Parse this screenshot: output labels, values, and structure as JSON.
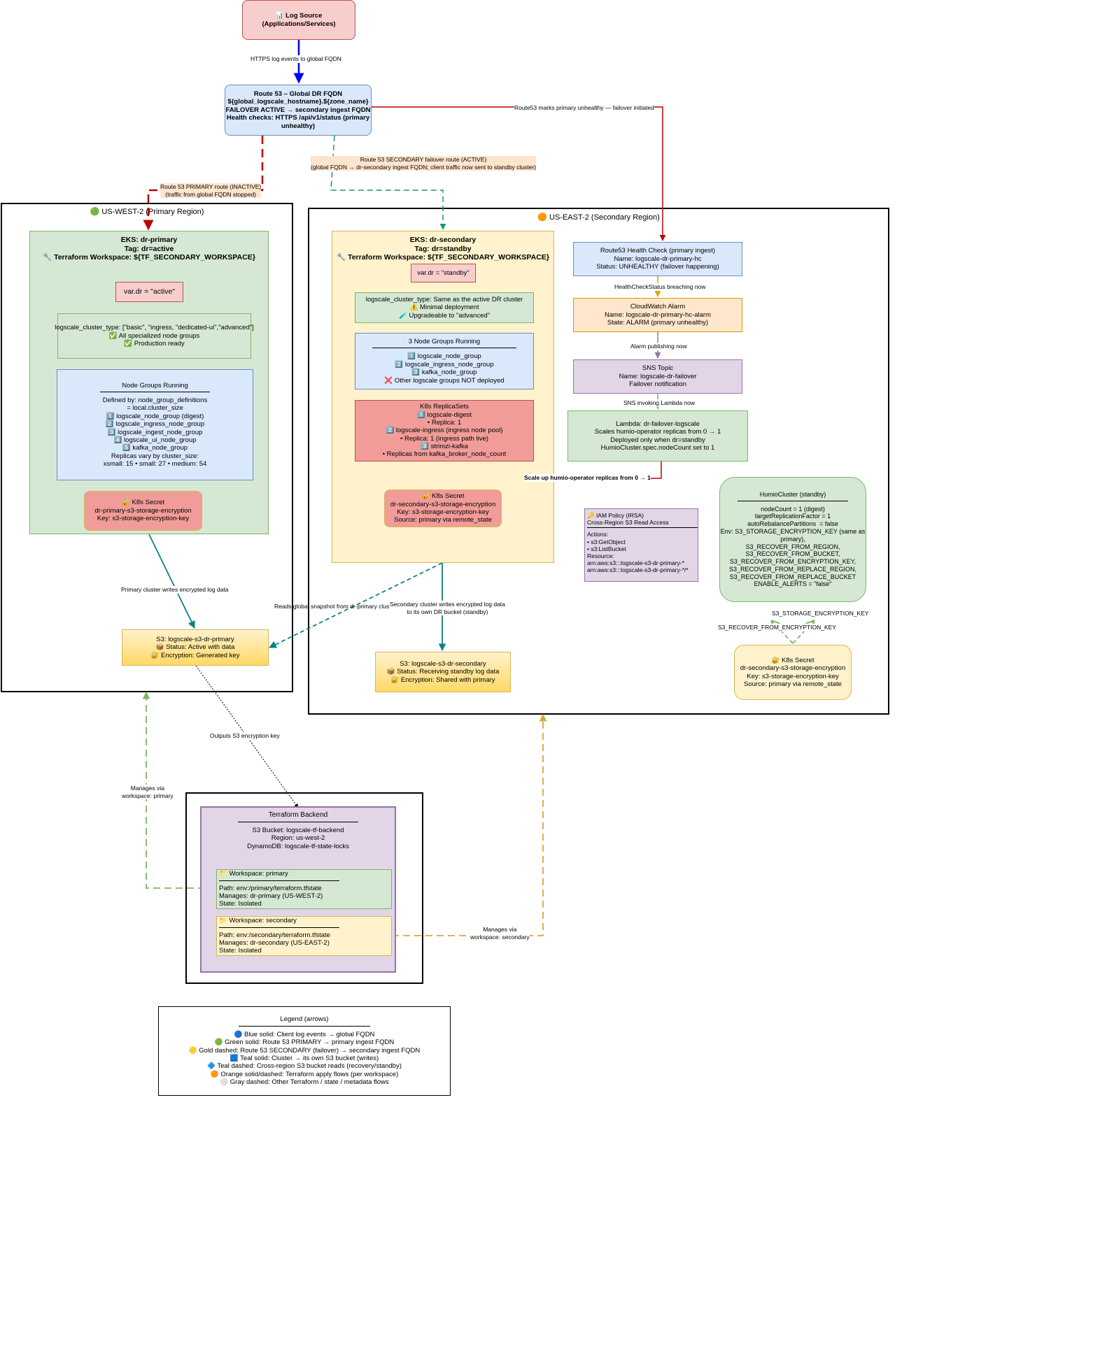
{
  "log_source": {
    "icon": "bar-chart-icon",
    "line1": "📊 Log Source",
    "line2": "(Applications/Services)"
  },
  "route53": {
    "lines": [
      "Route 53 – Global DR FQDN",
      "${global_logscale_hostname}.${zone_name}",
      "FAILOVER ACTIVE → secondary ingest FQDN",
      "Health checks: HTTPS /api/v1/status (primary",
      "unhealthy)"
    ]
  },
  "regions": {
    "west": {
      "icon": "green-circle-icon",
      "title": "🟢 US-WEST-2 (Primary Region)"
    },
    "east": {
      "icon": "orange-circle-icon",
      "title": "🟠 US-EAST-2 (Secondary Region)"
    },
    "tf": {
      "title": ""
    }
  },
  "primary": {
    "eks": {
      "lines": [
        "EKS: dr-primary",
        "Tag: dr=active",
        "🔧 Terraform Workspace: ${TF_SECONDARY_WORKSPACE}"
      ]
    },
    "var_dr": "var.dr = \"active\"",
    "cluster_type": {
      "lines": [
        "logscale_cluster_type: [\"basic\", \"ingress, \"dedicated-ui\",\"advanced\"]",
        "",
        "✅ All specialized node groups",
        "✅ Production ready"
      ]
    },
    "node_groups": {
      "title": "Node Groups Running",
      "lines": [
        "Defined by: node_group_definitions",
        "= local.cluster_size",
        "",
        "1️⃣ logscale_node_group (digest)",
        "2️⃣ logscale_ingress_node_group",
        "3️⃣ logscale_ingest_node_group",
        "4️⃣ logscale_ui_node_group",
        "5️⃣ kafka_node_group",
        "",
        "Replicas vary by cluster_size:",
        "xsmall: 15 • small: 27 • medium: 54"
      ]
    },
    "secret": {
      "lines": [
        "🔐 K8s Secret",
        "dr-primary-s3-storage-encryption",
        "Key: s3-storage-encryption-key"
      ]
    },
    "s3": {
      "lines": [
        "S3: logscale-s3-dr-primary",
        "📦 Status: Active with data",
        "🔐 Encryption: Generated key"
      ]
    }
  },
  "secondary": {
    "eks": {
      "lines": [
        "EKS: dr-secondary",
        "Tag: dr=standby",
        "🔧 Terraform Workspace: ${TF_SECONDARY_WORKSPACE}"
      ]
    },
    "var_dr": "var.dr = \"standby\"",
    "cluster_type": {
      "lines": [
        "logscale_cluster_type: Same as the active DR cluster",
        "",
        "⚠️ Minimal deployment",
        "🧪 Upgradeable to \"advanced\""
      ]
    },
    "node_groups": {
      "title": "3 Node Groups Running",
      "lines": [
        "1️⃣ logscale_node_group",
        "2️⃣ logscale_ingress_node_group",
        "3️⃣ kafka_node_group",
        "",
        "❌ Other logscale groups NOT deployed"
      ]
    },
    "replicasets": {
      "lines": [
        "K8s ReplicaSets",
        "1️⃣ logscale-digest",
        "• Replica: 1",
        "2️⃣ logscale-ingress (ingress node pool)",
        "• Replica: 1 (ingress path live)",
        "3️⃣ strimzi-kafka",
        "• Replicas from kafka_broker_node_count"
      ]
    },
    "secret": {
      "lines": [
        "🔐 K8s Secret",
        "dr-secondary-s3-storage-encryption",
        "Key: s3-storage-encryption-key",
        "Source: primary via remote_state"
      ]
    },
    "s3": {
      "lines": [
        "S3: logscale-s3-dr-secondary",
        "📦 Status: Receiving standby log data",
        "🔐 Encryption: Shared with primary"
      ]
    }
  },
  "failover": {
    "health_check": {
      "lines": [
        "Route53 Health Check (primary ingest)",
        "Name: logscale-dr-primary-hc",
        "Status: UNHEALTHY (failover happening)"
      ]
    },
    "alarm": {
      "lines": [
        "CloudWatch Alarm",
        "Name: logscale-dr-primary-hc-alarm",
        "State: ALARM (primary unhealthy)"
      ]
    },
    "sns": {
      "lines": [
        "SNS Topic",
        "Name: logscale-dr-failover",
        "Failover notification"
      ]
    },
    "lambda": {
      "lines": [
        "Lambda: dr-failover-logscale",
        "Scales humio-operator replicas from 0 → 1",
        "Deployed only when dr=standby",
        "HumioCluster.spec.nodeCount set to 1"
      ]
    }
  },
  "iam": {
    "lines": [
      "🔑 IAM Policy (IRSA)",
      "Cross-Region S3 Read Access",
      "",
      "Actions:",
      "• s3:GetObject",
      "• s3:ListBucket",
      "Resource:",
      "arn:aws:s3:::logscale-s3-dr-primary-*",
      "arn:aws:s3:::logscale-s3-dr-primary-*/*"
    ]
  },
  "humio": {
    "title": "HumioCluster (standby)",
    "lines": [
      "nodeCount = 1 (digest)",
      "targetReplicationFactor = 1",
      "autoRebalancePartitions  = false",
      "",
      "Env: S3_STORAGE_ENCRYPTION_KEY (same as",
      "primary),",
      "S3_RECOVER_FROM_REGION,",
      "S3_RECOVER_FROM_BUCKET,",
      "S3_RECOVER_FROM_ENCRYPTION_KEY,",
      "S3_RECOVER_FROM_REPLACE_REGION,",
      "S3_RECOVER_FROM_REPLACE_BUCKET",
      "ENABLE_ALERTS = \"false\""
    ]
  },
  "east_secret": {
    "lines": [
      "🔐 K8s Secret",
      "dr-secondary-s3-storage-encryption",
      "Key: s3-storage-encryption-key",
      "Source: primary via remote_state"
    ]
  },
  "tf_backend": {
    "title": "Terraform Backend",
    "lines": [
      "S3 Bucket: logscale-tf-backend",
      "Region: us-west-2",
      "DynamoDB: logscale-tf-state-locks"
    ]
  },
  "ws_primary": {
    "title": "📁 Workspace: primary",
    "lines": [
      "Path: env:/primary/terraform.tfstate",
      "Manages: dr-primary (US-WEST-2)",
      "State: Isolated"
    ]
  },
  "ws_secondary": {
    "title": "📁 Workspace: secondary",
    "lines": [
      "Path: env:/secondary/terraform.tfstate",
      "Manages: dr-secondary (US-EAST-2)",
      "State: Isolated"
    ]
  },
  "legend": {
    "title": "Legend (arrows)",
    "lines": [
      "🔵 Blue solid: Client log events → global FQDN",
      "🟢 Green solid: Route 53 PRIMARY → primary ingest FQDN",
      "🟡 Gold dashed: Route 53 SECONDARY (failover) → secondary ingest FQDN",
      "🟦 Teal solid: Cluster → its own S3 bucket (writes)",
      "🔷 Teal dashed: Cross-region S3 bucket reads (recovery/standby)",
      "🟠 Orange solid/dashed: Terraform apply flows (per workspace)",
      "⚪ Gray dashed: Other Terraform / state / metadata flows"
    ]
  },
  "edge_labels": {
    "https": "HTTPS log events to global FQDN",
    "r53_unhealthy": "Route53 marks primary unhealthy — failover initiated",
    "secondary_route": "Route 53 SECONDARY failover route (ACTIVE)\n(global FQDN → dr-secondary ingest FQDN; client traffic now sent to standby cluster)",
    "primary_route": "Route 53 PRIMARY route (INACTIVE)\n(traffic from global FQDN stopped)",
    "hc_breach": "HealthCheckStatus breaching now",
    "alarm_pub": "Alarm publishing now",
    "sns_invoke": "SNS invoking Lambda now",
    "scale_up": "Scale up humio-operator replicas from 0 → 1",
    "primary_writes": "Primary cluster writes encrypted log data",
    "reads_snapshot": "Reads global snapshot from dr-primary cluster",
    "secondary_writes": "Secondary cluster writes encrypted log data\nto its own DR bucket (standby)",
    "outputs_key": "Outputs S3 encryption key",
    "manages_primary": "Manages via\nworkspace: primary",
    "manages_secondary": "Manages via\nworkspace: secondary",
    "s3_key": "S3_STORAGE_ENCRYPTION_KEY",
    "s3_recover_key": "S3_RECOVER_FROM_ENCRYPTION_KEY"
  }
}
